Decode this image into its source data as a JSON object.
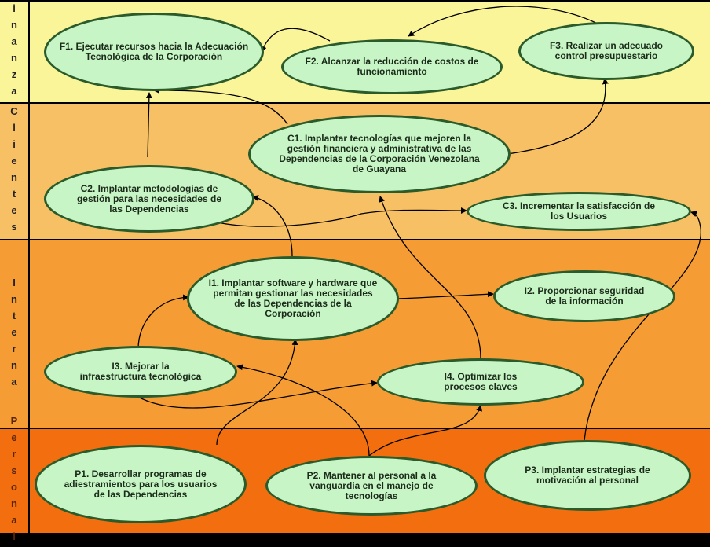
{
  "perspectives": {
    "finanzas": "Finanzas",
    "clientes": "Clientes",
    "interna": "Interna",
    "personal": "Personal"
  },
  "nodes": {
    "F1": "F1. Ejecutar  recursos hacia la Adecuación Tecnológica de la Corporación",
    "F2": "F2. Alcanzar la reducción de costos de funcionamiento",
    "F3": "F3. Realizar un adecuado control presupuestario",
    "C1": "C1. Implantar tecnologías que mejoren la gestión financiera y administrativa de las Dependencias de la Corporación Venezolana de Guayana",
    "C2": "C2. Implantar metodologías de gestión para las necesidades de las Dependencias",
    "C3": "C3. Incrementar la satisfacción de los Usuarios",
    "I1": "I1. Implantar  software y hardware que permitan gestionar las necesidades de las Dependencias de la Corporación",
    "I2": "I2. Proporcionar seguridad de la información",
    "I3": "I3. Mejorar la infraestructura tecnológica",
    "I4": "I4. Optimizar los procesos claves",
    "P1": "P1. Desarrollar programas de adiestramientos para los usuarios de las Dependencias",
    "P2": "P2. Mantener al personal a la vanguardia en el manejo de tecnologías",
    "P3": "P3. Implantar estrategias de motivación al personal"
  },
  "colors": {
    "finanzas": "#fbf59a",
    "clientes": "#f8c064",
    "interna": "#f59c34",
    "personal": "#f26e0e",
    "node_fill": "#c8f5c5",
    "node_border": "#2b5b2b"
  }
}
